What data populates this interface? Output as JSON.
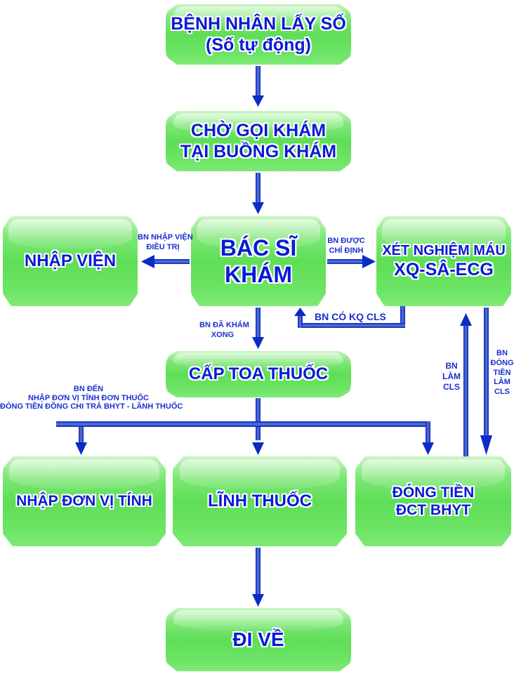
{
  "nodes": {
    "take_number": {
      "line1": "BỆNH NHÂN LẤY SỐ",
      "line2": "(Số tự động)"
    },
    "wait_call": {
      "line1": "CHỜ GỌI KHÁM",
      "line2": "TẠI BUỒNG KHÁM"
    },
    "admit": {
      "line1": "NHẬP VIỆN"
    },
    "doctor_exam": {
      "line1": "BÁC SĨ",
      "line2": "KHÁM"
    },
    "lab_tests": {
      "line1": "XÉT NGHIỆM MÁU",
      "line2": "XQ-SÂ-ECG"
    },
    "prescription": {
      "line1": "CẤP TOA THUỐC"
    },
    "enter_units": {
      "line1": "NHẬP ĐƠN VỊ TÍNH"
    },
    "receive_medicine": {
      "line1": "LĨNH THUỐC"
    },
    "pay": {
      "line1": "ĐÓNG TIỀN",
      "line2": "ĐCT BHYT"
    },
    "go_home": {
      "line1": "ĐI VỀ"
    }
  },
  "labels": {
    "admit_arrow": {
      "line1": "BN NHẬP VIỆN",
      "line2": "ĐIỀU TRỊ"
    },
    "assigned_arrow": {
      "line1": "BN ĐƯỢC",
      "line2": "CHỈ ĐỊNH"
    },
    "lab_result_arrow": "BN CÓ KQ CLS",
    "done_exam_arrow": {
      "line1": "BN ĐÃ KHÁM",
      "line2": "XONG"
    },
    "branch_note": {
      "line1": "BN ĐẾN",
      "line2": "NHẬP ĐƠN VỊ TÍNH ĐƠN THUỐC",
      "line3": "ĐÓNG TIỀN ĐỒNG CHI TRẢ BHYT - LÃNH THUỐC"
    },
    "do_cls_arrow": {
      "line1": "BN",
      "line2": "LÀM",
      "line3": "CLS"
    },
    "pay_cls_arrow": {
      "line1": "BN",
      "line2": "ĐÓNG",
      "line3": "TIỀN",
      "line4": "LÀM",
      "line5": "CLS"
    }
  },
  "colors": {
    "arrow": "#0b2bc4",
    "text": "#0a1ad6",
    "node_green": "#5fde57"
  }
}
